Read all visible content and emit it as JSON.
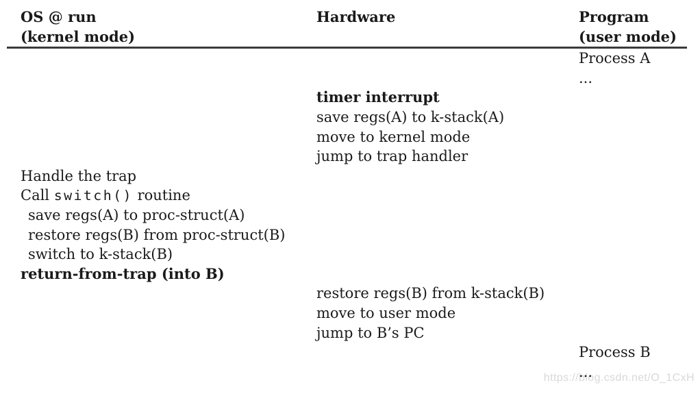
{
  "columns": [
    {
      "key": "os",
      "header": [
        "OS @ run",
        "(kernel mode)"
      ]
    },
    {
      "key": "hardware",
      "header": [
        "Hardware",
        ""
      ]
    },
    {
      "key": "program",
      "header": [
        "Program",
        "(user mode)"
      ]
    }
  ],
  "rows": [
    {
      "column": "program",
      "text": "Process A"
    },
    {
      "column": "program",
      "text": "..."
    },
    {
      "column": "hardware",
      "text": "timer interrupt",
      "bold": true
    },
    {
      "column": "hardware",
      "text": "save regs(A) to k-stack(A)"
    },
    {
      "column": "hardware",
      "text": "move to kernel mode"
    },
    {
      "column": "hardware",
      "text": "jump to trap handler"
    },
    {
      "column": "os",
      "text": "Handle the trap"
    },
    {
      "column": "os",
      "segments": [
        {
          "text": "Call "
        },
        {
          "text": "switch()",
          "mono": true
        },
        {
          "text": " routine"
        }
      ]
    },
    {
      "column": "os",
      "text": "save regs(A) to proc-struct(A)",
      "indent": true
    },
    {
      "column": "os",
      "text": "restore regs(B) from proc-struct(B)",
      "indent": true
    },
    {
      "column": "os",
      "text": "switch to k-stack(B)",
      "indent": true
    },
    {
      "column": "os",
      "text": "return-from-trap (into B)",
      "bold": true
    },
    {
      "column": "hardware",
      "text": "restore regs(B) from k-stack(B)"
    },
    {
      "column": "hardware",
      "text": "move to user mode"
    },
    {
      "column": "hardware",
      "text": "jump to B’s PC"
    },
    {
      "column": "program",
      "text": "Process B"
    },
    {
      "column": "program",
      "text": "..."
    }
  ],
  "watermark": {
    "text": "https://blog.csdn.net/O_1CxH"
  },
  "colors": {
    "text": "#1a1a1a",
    "rule": "#3a3a3a",
    "watermark": "#d8d8d8",
    "background": "#ffffff"
  }
}
